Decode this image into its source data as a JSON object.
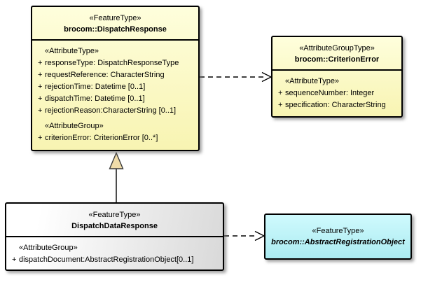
{
  "diagram_type": "uml-class-diagram",
  "colors": {
    "class_fill_yellow_top": "#FEFEDC",
    "class_fill_yellow_bottom": "#F8F4B2",
    "class_fill_gray_light": "#FFFFFF",
    "class_fill_gray_dark": "#D9D9D9",
    "class_fill_cyan_top": "#CFFAFD",
    "class_fill_cyan_bottom": "#ABEBF1",
    "border": "#000000",
    "generalization_triangle_fill": "#F0DCA9",
    "background": "#FFFFFF"
  },
  "classes": [
    {
      "stereotype": "«FeatureType»",
      "name": "brocom::DispatchResponse",
      "sections": [
        {
          "heading": "«AttributeType»",
          "attrs": [
            {
              "vis": "+",
              "text": "responseType: DispatchResponseType"
            },
            {
              "vis": "+",
              "text": "requestReference: CharacterString"
            },
            {
              "vis": "+",
              "text": "rejectionTime: Datetime [0..1]"
            },
            {
              "vis": "+",
              "text": "dispatchTime: Datetime [0..1]"
            },
            {
              "vis": "+",
              "text": "rejectionReason:CharacterString [0..1]"
            }
          ]
        },
        {
          "heading": "«AttributeGroup»",
          "attrs": [
            {
              "vis": "+",
              "text": "criterionError: CriterionError [0..*]"
            }
          ]
        }
      ]
    },
    {
      "stereotype": "«AttributeGroupType»",
      "name": "brocom::CriterionError",
      "sections": [
        {
          "heading": "«AttributeType»",
          "attrs": [
            {
              "vis": "+",
              "text": "sequenceNumber: Integer"
            },
            {
              "vis": "+",
              "text": "specification: CharacterString"
            }
          ]
        }
      ]
    },
    {
      "stereotype": "«FeatureType»",
      "name": "DispatchDataResponse",
      "sections": [
        {
          "heading": "«AttributeGroup»",
          "attrs": [
            {
              "vis": "+",
              "text": "dispatchDocument:AbstractRegistrationObject[0..1]"
            }
          ]
        }
      ]
    },
    {
      "stereotype": "«FeatureType»",
      "name": "brocom::AbstractRegistrationObject",
      "sections": []
    }
  ],
  "connectors": [
    {
      "type": "dependency",
      "style": "dashed-open-arrow",
      "from": "brocom::DispatchResponse",
      "to": "brocom::CriterionError"
    },
    {
      "type": "generalization",
      "style": "solid-triangle",
      "from": "DispatchDataResponse",
      "to": "brocom::DispatchResponse"
    },
    {
      "type": "dependency",
      "style": "dashed-open-arrow",
      "from": "DispatchDataResponse",
      "to": "brocom::AbstractRegistrationObject"
    }
  ]
}
